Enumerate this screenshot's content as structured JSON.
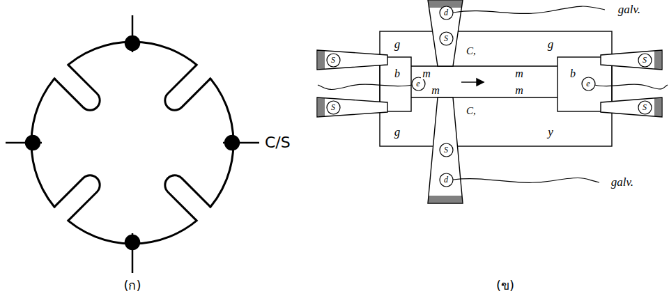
{
  "diagram": {
    "nodes": [
      {
        "text": [
          "d"
        ]
      },
      {
        "text": [
          "S"
        ]
      },
      {
        "text": [
          "S"
        ]
      },
      {
        "text": [
          "e"
        ]
      },
      {
        "text": [
          "e"
        ]
      },
      {
        "text": [
          "S"
        ]
      },
      {
        "text": [
          "S"
        ]
      },
      {
        "text": [
          "S"
        ]
      },
      {
        "text": [
          "S"
        ]
      },
      {
        "text": [
          "d"
        ]
      }
    ],
    "labels": [
      "C/S",
      "(ก)",
      "galv.",
      "g",
      "C,",
      "g",
      "b",
      "m",
      "m",
      "b",
      "m",
      "m",
      "g",
      "C,",
      "y",
      "galv.",
      "(ข)"
    ]
  }
}
